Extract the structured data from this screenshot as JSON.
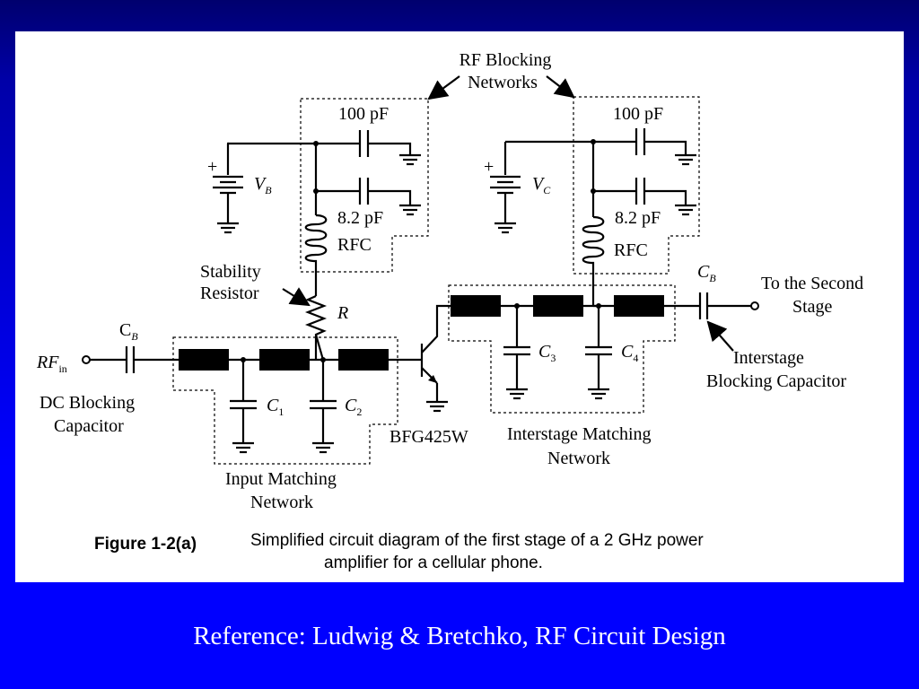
{
  "labels": {
    "rf_blocking_1": "RF Blocking",
    "rf_blocking_2": "Networks",
    "cap100_left": "100 pF",
    "cap100_right": "100 pF",
    "cap82_left": "8.2 pF",
    "cap82_right": "8.2 pF",
    "rfc_left": "RFC",
    "rfc_right": "RFC",
    "vb_main": "V",
    "vb_sub": "B",
    "vc_main": "V",
    "vc_sub": "C",
    "stability_1": "Stability",
    "stability_2": "Resistor",
    "resistor": "R",
    "cb_left_main": "C",
    "cb_left_sub": "B",
    "cb_right_main": "C",
    "cb_right_sub": "B",
    "rf_in_main": "RF",
    "rf_in_sub": "in",
    "dc_blocking_1": "DC Blocking",
    "dc_blocking_2": "Capacitor",
    "c1_main": "C",
    "c1_sub": "1",
    "c2_main": "C",
    "c2_sub": "2",
    "c3_main": "C",
    "c3_sub": "3",
    "c4_main": "C",
    "c4_sub": "4",
    "transistor": "BFG425W",
    "input_matching_1": "Input Matching",
    "input_matching_2": "Network",
    "interstage_matching_1": "Interstage Matching",
    "interstage_matching_2": "Network",
    "to_second_1": "To the Second",
    "to_second_2": "Stage",
    "interstage_blocking_1": "Interstage",
    "interstage_blocking_2": "Blocking Capacitor",
    "plus_left": "+",
    "plus_right": "+"
  },
  "caption": {
    "figure_number": "Figure 1-2(a)",
    "line1": "Simplified circuit diagram of the first stage of a 2 GHz power",
    "line2": "amplifier for a cellular phone."
  },
  "reference": "Reference: Ludwig & Bretchko, RF Circuit Design"
}
